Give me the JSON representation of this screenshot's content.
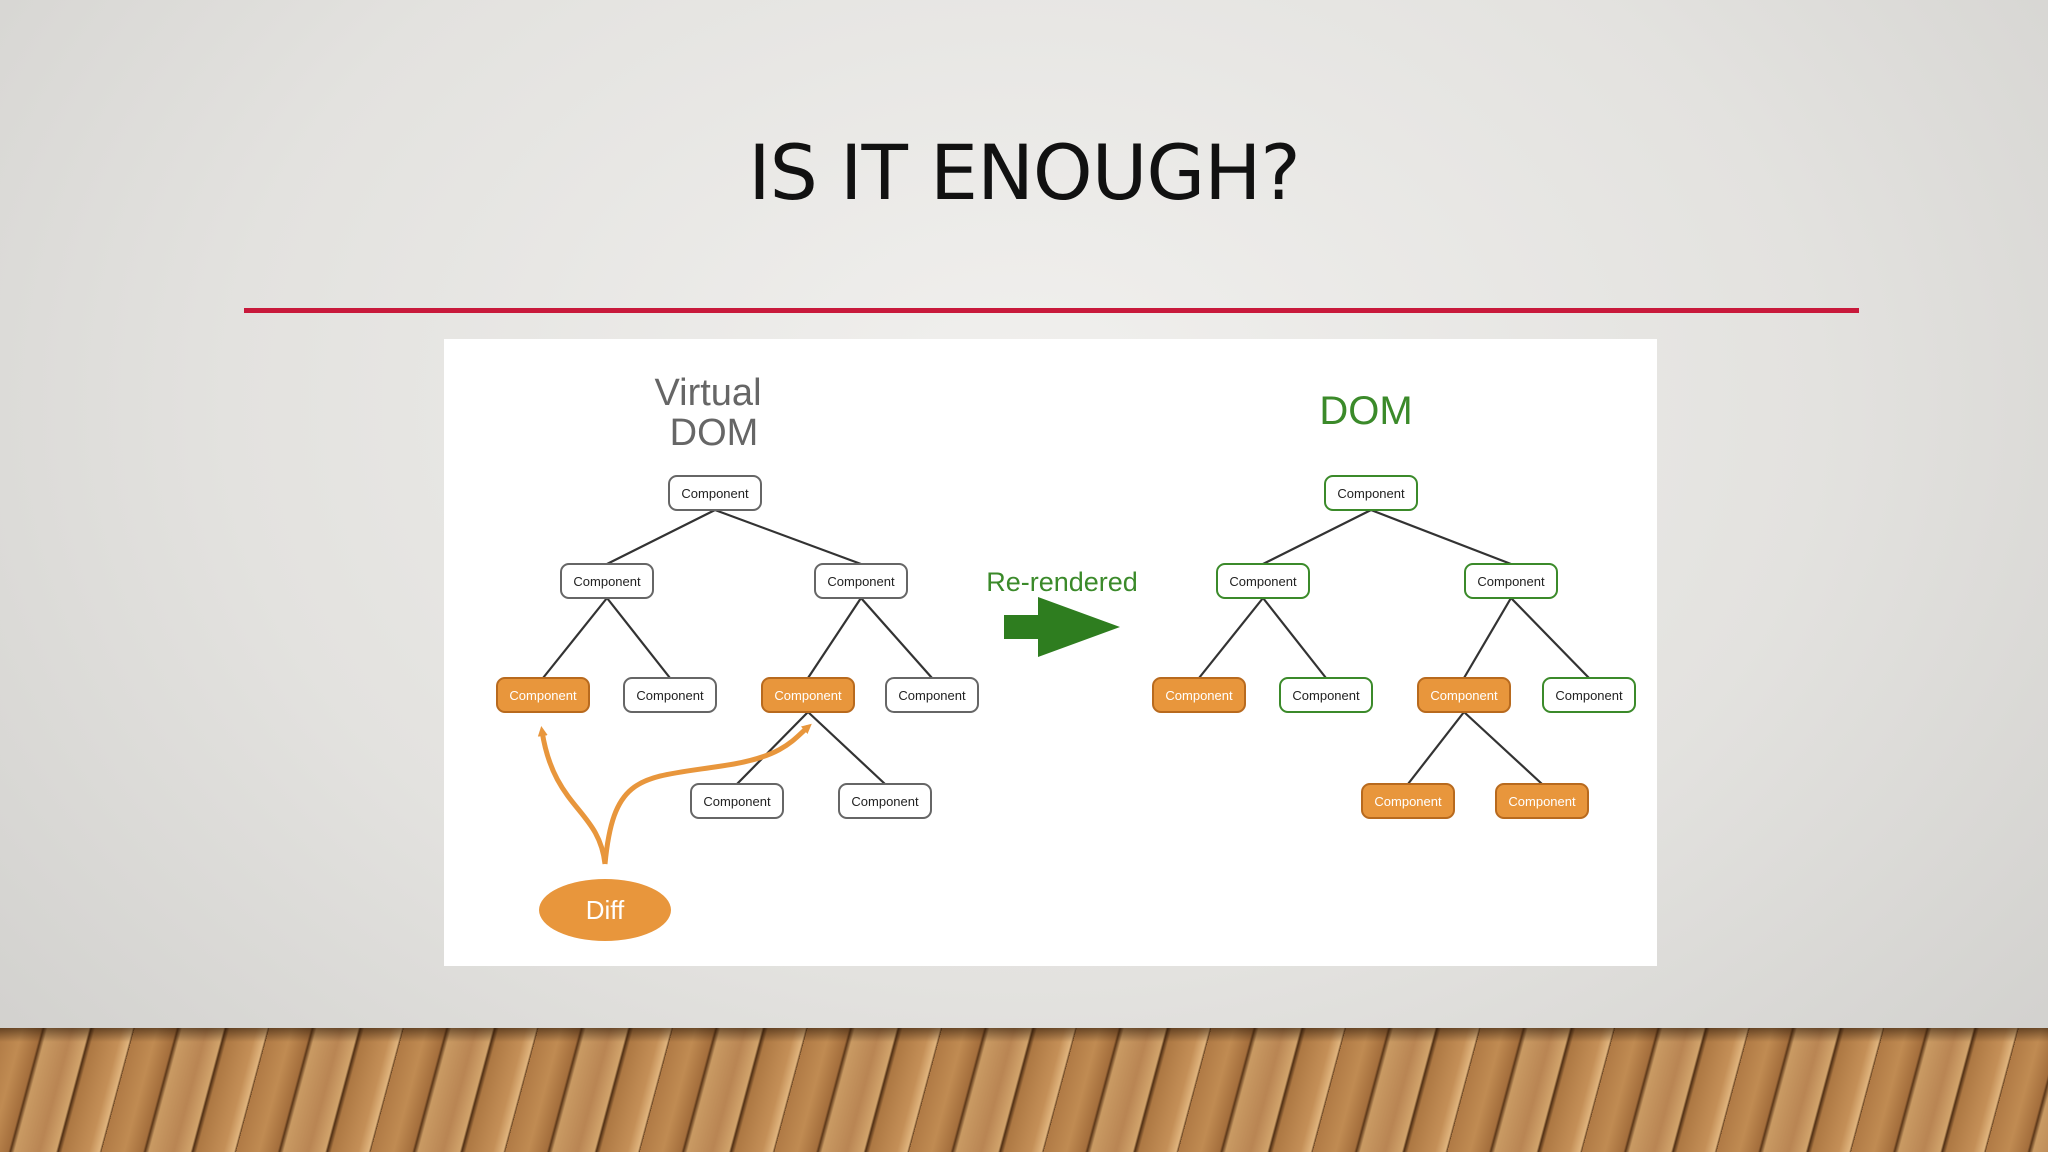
{
  "slide": {
    "title": "IS IT ENOUGH?"
  },
  "colors": {
    "rule": "#c8193b",
    "orange": "#e8963c",
    "green": "#3b8a2a",
    "arrow_green": "#2e7d1f",
    "edge": "#333333",
    "node_border_gray": "#666666",
    "node_border_green": "#3b8a2a"
  },
  "diagram": {
    "virtual_title_line1": "Virtual",
    "virtual_title_line2": "DOM",
    "dom_title": "DOM",
    "arrow_label": "Re-rendered",
    "diff_label": "Diff",
    "node_label": "Component",
    "virtual_tree": {
      "root": {
        "highlighted": false
      },
      "children": [
        {
          "highlighted": false,
          "children": [
            {
              "highlighted": true
            },
            {
              "highlighted": false
            }
          ]
        },
        {
          "highlighted": false,
          "children": [
            {
              "highlighted": true,
              "children": [
                {
                  "highlighted": false
                },
                {
                  "highlighted": false
                }
              ]
            },
            {
              "highlighted": false
            }
          ]
        }
      ]
    },
    "dom_tree": {
      "root": {
        "highlighted": false
      },
      "children": [
        {
          "highlighted": false,
          "children": [
            {
              "highlighted": true
            },
            {
              "highlighted": false
            }
          ]
        },
        {
          "highlighted": false,
          "children": [
            {
              "highlighted": true,
              "children": [
                {
                  "highlighted": true
                },
                {
                  "highlighted": true
                }
              ]
            },
            {
              "highlighted": false
            }
          ]
        }
      ]
    }
  }
}
